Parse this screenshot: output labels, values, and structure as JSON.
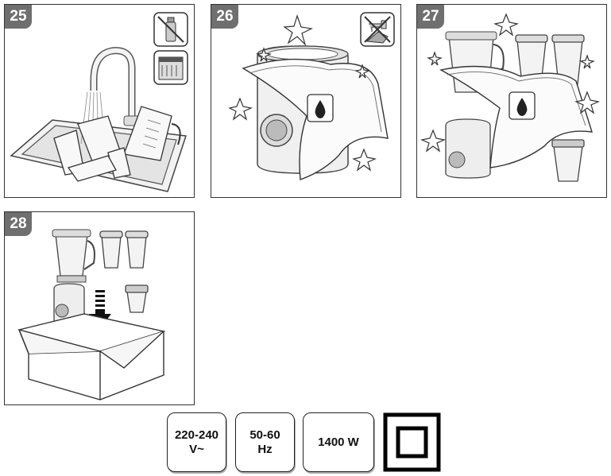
{
  "steps": [
    {
      "number": "25",
      "icons": [
        "no-detergent-spray-icon",
        "dishwasher-icon"
      ]
    },
    {
      "number": "26",
      "icons": [
        "no-water-tap-icon",
        "damp-cloth-drop-icon"
      ]
    },
    {
      "number": "27",
      "icons": [
        "damp-cloth-drop-icon"
      ]
    },
    {
      "number": "28",
      "icons": [
        "storage-box-arrow-icon"
      ]
    }
  ],
  "ratings": {
    "voltage_line1": "220-240",
    "voltage_line2": "V~",
    "frequency_line1": "50-60",
    "frequency_line2": "Hz",
    "power": "1400 W"
  },
  "symbols": [
    "double-insulation-class-ii-icon"
  ]
}
